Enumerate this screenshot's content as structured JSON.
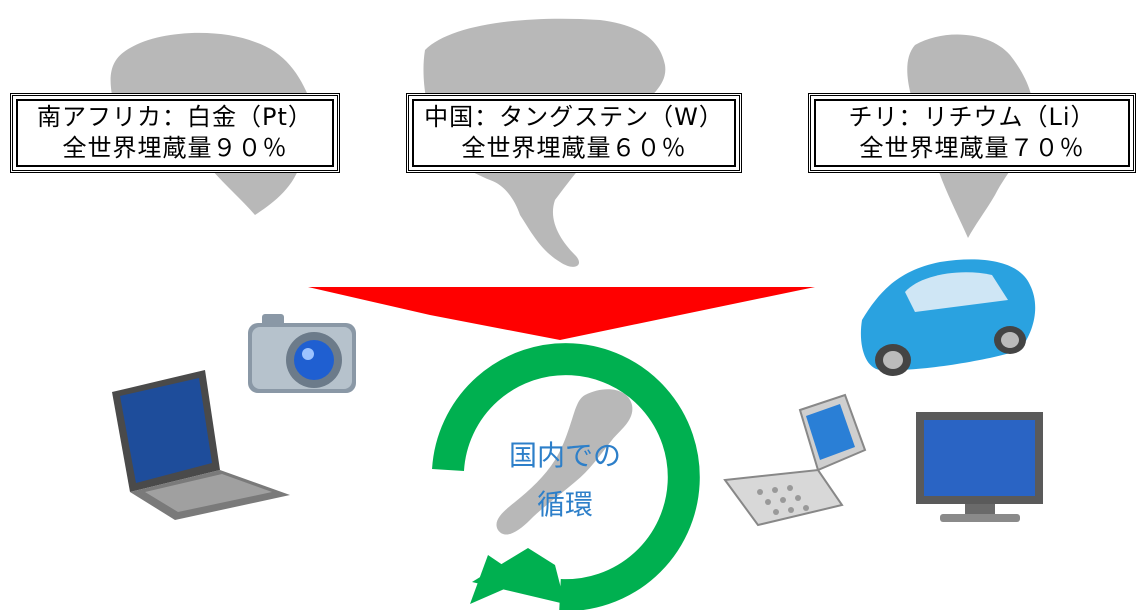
{
  "resource_boxes": [
    {
      "line1": "南アフリカ：白金（Pt）",
      "line2": "全世界埋蔵量９０％"
    },
    {
      "line1": "中国：タングステン（W）",
      "line2": "全世界埋蔵量６０％"
    },
    {
      "line1": "チリ：リチウム（Li）",
      "line2": "全世界埋蔵量７０％"
    }
  ],
  "cycle": {
    "line1": "国内での",
    "line2": "循環"
  },
  "colors": {
    "arrow": "#ff0000",
    "cycle_arrow": "#00b050",
    "cycle_text": "#2d7fc9",
    "map": "#b8b8b8"
  },
  "icons": [
    "africa-map-icon",
    "asia-map-icon",
    "south-america-map-icon",
    "japan-map-icon",
    "camera-icon",
    "laptop-icon",
    "car-icon",
    "mobile-phone-icon",
    "tv-monitor-icon"
  ]
}
